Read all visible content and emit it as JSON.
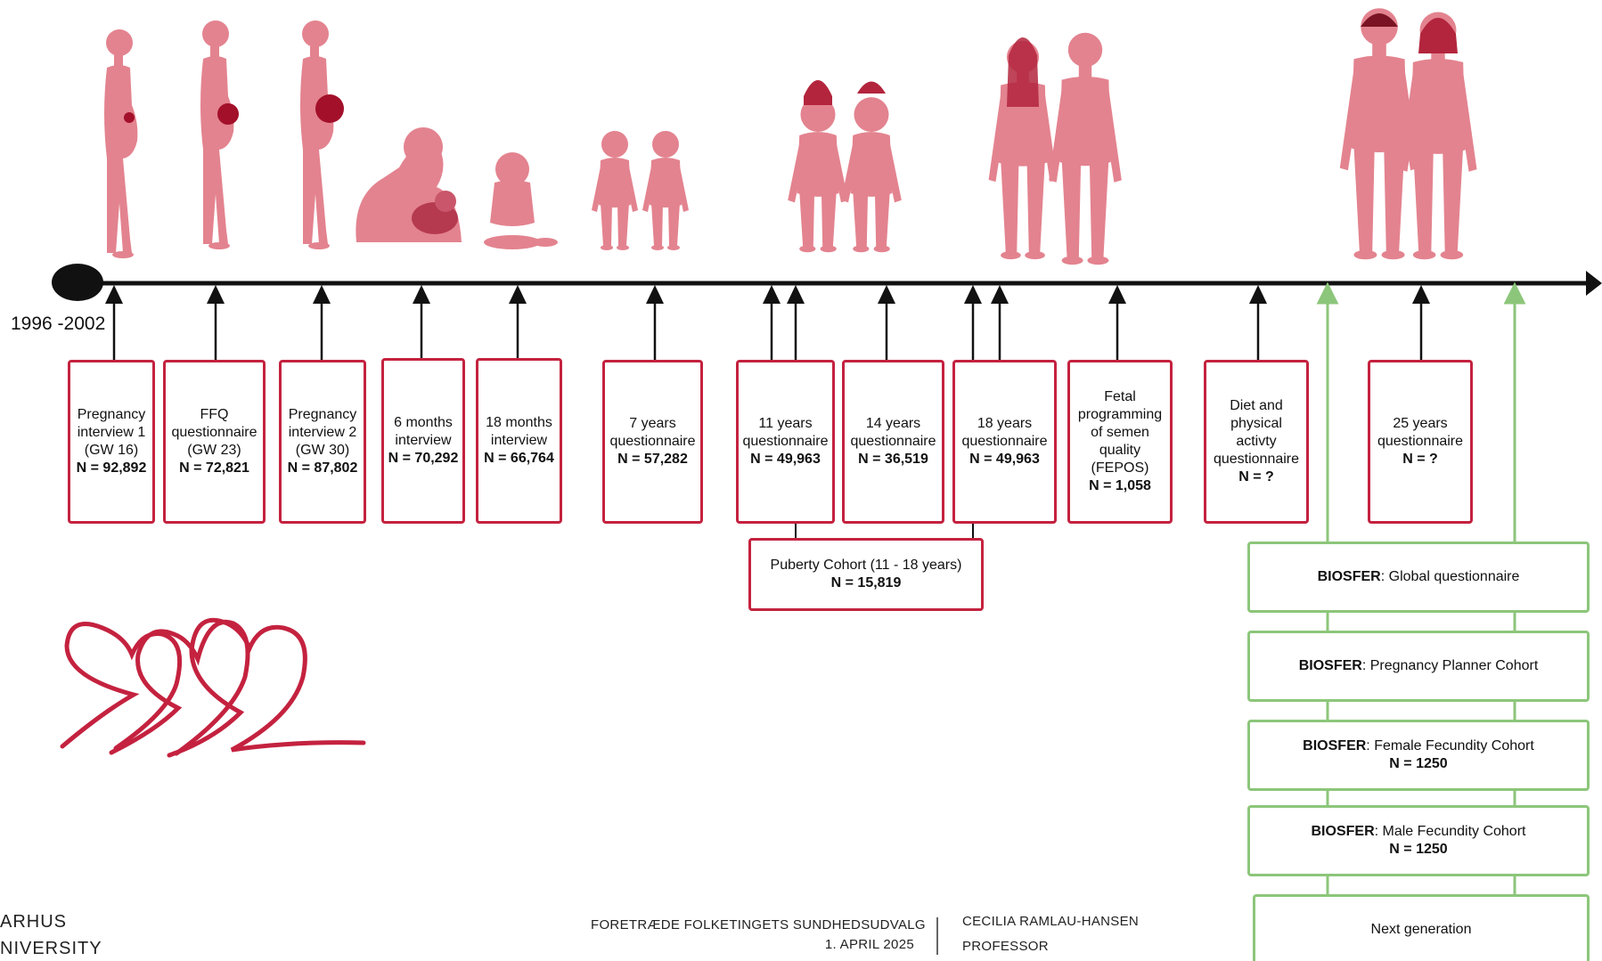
{
  "timeline": {
    "start_label": "1996 -2002",
    "stages": [
      {
        "lines": [
          "Pregnancy",
          "interview 1",
          "(GW 16)"
        ],
        "n": "N = 92,892"
      },
      {
        "lines": [
          "FFQ",
          "questionnaire",
          "(GW 23)"
        ],
        "n": "N = 72,821"
      },
      {
        "lines": [
          "Pregnancy",
          "interview 2",
          "(GW 30)"
        ],
        "n": "N = 87,802"
      },
      {
        "lines": [
          "6 months",
          "interview"
        ],
        "n": "N = 70,292"
      },
      {
        "lines": [
          "18 months",
          "interview"
        ],
        "n": "N = 66,764"
      },
      {
        "lines": [
          "7 years",
          "questionnaire"
        ],
        "n": "N = 57,282"
      },
      {
        "lines": [
          "11 years",
          "questionnaire"
        ],
        "n": "N = 49,963"
      },
      {
        "lines": [
          "14 years",
          "questionnaire"
        ],
        "n": "N = 36,519"
      },
      {
        "lines": [
          "18 years",
          "questionnaire"
        ],
        "n": "N = 49,963"
      },
      {
        "lines": [
          "Fetal",
          "programming",
          "of semen",
          "quality",
          "(FEPOS)"
        ],
        "n": "N = 1,058"
      },
      {
        "lines": [
          "Diet and",
          "physical",
          "activty",
          "questionnaire"
        ],
        "n": "N = ?"
      },
      {
        "lines": [
          "25 years",
          "questionnaire"
        ],
        "n": "N = ?"
      }
    ],
    "puberty": {
      "label": "Puberty Cohort (11 - 18 years)",
      "n": "N = 15,819"
    }
  },
  "biosfer": [
    {
      "bold": "BIOSFER",
      "rest": ": Global questionnaire",
      "n": ""
    },
    {
      "bold": "BIOSFER",
      "rest": ": Pregnancy Planner Cohort",
      "n": ""
    },
    {
      "bold": "BIOSFER",
      "rest": ": Female Fecundity Cohort",
      "n": "N = 1250"
    },
    {
      "bold": "BIOSFER",
      "rest": ": Male Fecundity Cohort",
      "n": "N = 1250"
    },
    {
      "bold": "",
      "rest": "Next generation",
      "n": ""
    }
  ],
  "footer": {
    "event": "FORETRÆDE FOLKETINGETS SUNDHEDSUDVALG",
    "date": "1. APRIL 2025",
    "speaker": "CECILIA RAMLAU-HANSEN",
    "role": "PROFESSOR"
  },
  "logo": {
    "line1": "ARHUS",
    "line2": "NIVERSITY"
  },
  "colors": {
    "accent_red": "#c4223f",
    "figure_pink": "#e3838f",
    "green": "#8cc67a",
    "axis": "#111111"
  }
}
